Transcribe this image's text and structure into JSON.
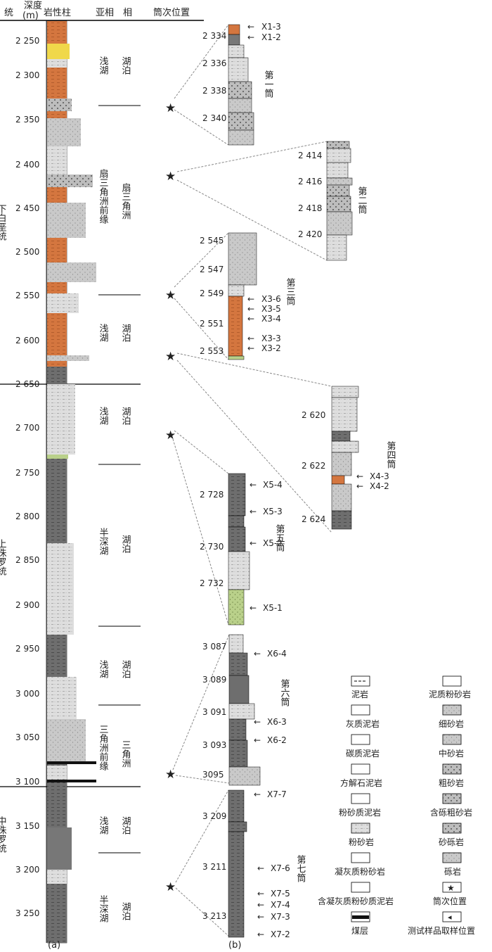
{
  "header": {
    "series_col": "统",
    "depth_col_line1": "深度",
    "depth_col_line2": "(m)",
    "lith_col": "岩性柱",
    "subfacies_col": "亚相",
    "facies_col": "相",
    "core_col": "筒次位置"
  },
  "depth_ticks": [
    "2 250",
    "2 300",
    "2 350",
    "2 400",
    "2 450",
    "2 500",
    "2 550",
    "2 600",
    "2 650",
    "2 700",
    "2 750",
    "2 800",
    "2 850",
    "2 900",
    "2 950",
    "3 000",
    "3 050",
    "3 100",
    "3 150",
    "3 200",
    "3 250"
  ],
  "series": [
    {
      "label": "下白垩统"
    },
    {
      "label": "上侏罗统"
    },
    {
      "label": "中侏罗统"
    }
  ],
  "facies_blocks": [
    {
      "sub": "浅湖",
      "fac": "湖泊"
    },
    {
      "sub": "扇三角洲前缘",
      "fac": "扇三角洲"
    },
    {
      "sub": "浅湖",
      "fac": "湖泊"
    },
    {
      "sub": "浅湖",
      "fac": "湖泊"
    },
    {
      "sub": "半深湖",
      "fac": "湖泊"
    },
    {
      "sub": "浅湖",
      "fac": "湖泊"
    },
    {
      "sub": "三角洲前缘",
      "fac": "三角洲"
    },
    {
      "sub": "浅湖",
      "fac": "湖泊"
    },
    {
      "sub": "半深湖",
      "fac": "湖泊"
    }
  ],
  "cores": [
    {
      "label": "第一筒",
      "depths": [
        "2 334",
        "2 336",
        "2 338",
        "2 340"
      ],
      "samples": [
        "X1-3",
        "X1-2"
      ]
    },
    {
      "label": "第二筒",
      "depths": [
        "2 414",
        "2 416",
        "2 418",
        "2 420"
      ],
      "samples": []
    },
    {
      "label": "第三筒",
      "depths": [
        "2 545",
        "2 547",
        "2 549",
        "2 551",
        "2 553"
      ],
      "samples": [
        "X3-6",
        "X3-5",
        "X3-4",
        "X3-3",
        "X3-2"
      ]
    },
    {
      "label": "第四筒",
      "depths": [
        "2 620",
        "2 622",
        "2 624"
      ],
      "samples": [
        "X4-3",
        "X4-2"
      ]
    },
    {
      "label": "第五筒",
      "depths": [
        "2 728",
        "2 730",
        "2 732"
      ],
      "samples": [
        "X5-4",
        "X5-3",
        "X5-2",
        "X5-1"
      ]
    },
    {
      "label": "第六筒",
      "depths": [
        "3 087",
        "3 089",
        "3 091",
        "3 093",
        "3095"
      ],
      "samples": [
        "X6-4",
        "X6-3",
        "X6-2"
      ]
    },
    {
      "label": "第七筒",
      "depths": [
        "3 209",
        "3 211",
        "3 213"
      ],
      "samples": [
        "X7-7",
        "X7-6",
        "X7-5",
        "X7-4",
        "X7-3",
        "X7-2"
      ]
    }
  ],
  "legend": [
    {
      "label": "泥岩"
    },
    {
      "label": "泥质粉砂岩"
    },
    {
      "label": "灰质泥岩"
    },
    {
      "label": "细砂岩"
    },
    {
      "label": "碳质泥岩"
    },
    {
      "label": "中砂岩"
    },
    {
      "label": "方解石泥岩"
    },
    {
      "label": "粗砂岩"
    },
    {
      "label": "粉砂质泥岩"
    },
    {
      "label": "含砾粗砂岩"
    },
    {
      "label": "粉砂岩"
    },
    {
      "label": "砂砾岩"
    },
    {
      "label": "凝灰质粉砂岩"
    },
    {
      "label": "砾岩"
    },
    {
      "label": "含凝灰质粉砂质泥岩"
    },
    {
      "label": "筒次位置"
    },
    {
      "label": "煤层"
    },
    {
      "label": "测试样品取样位置"
    }
  ],
  "panel_labels": {
    "a": "(a)",
    "b": "(b)"
  },
  "colors": {
    "mudstone": "#707070",
    "sand": "#c8c8c8",
    "sand_light": "#dcdcdc",
    "red": "#d4763f",
    "yellow": "#f0d84a",
    "green": "#b9d08a",
    "black": "#111111"
  }
}
